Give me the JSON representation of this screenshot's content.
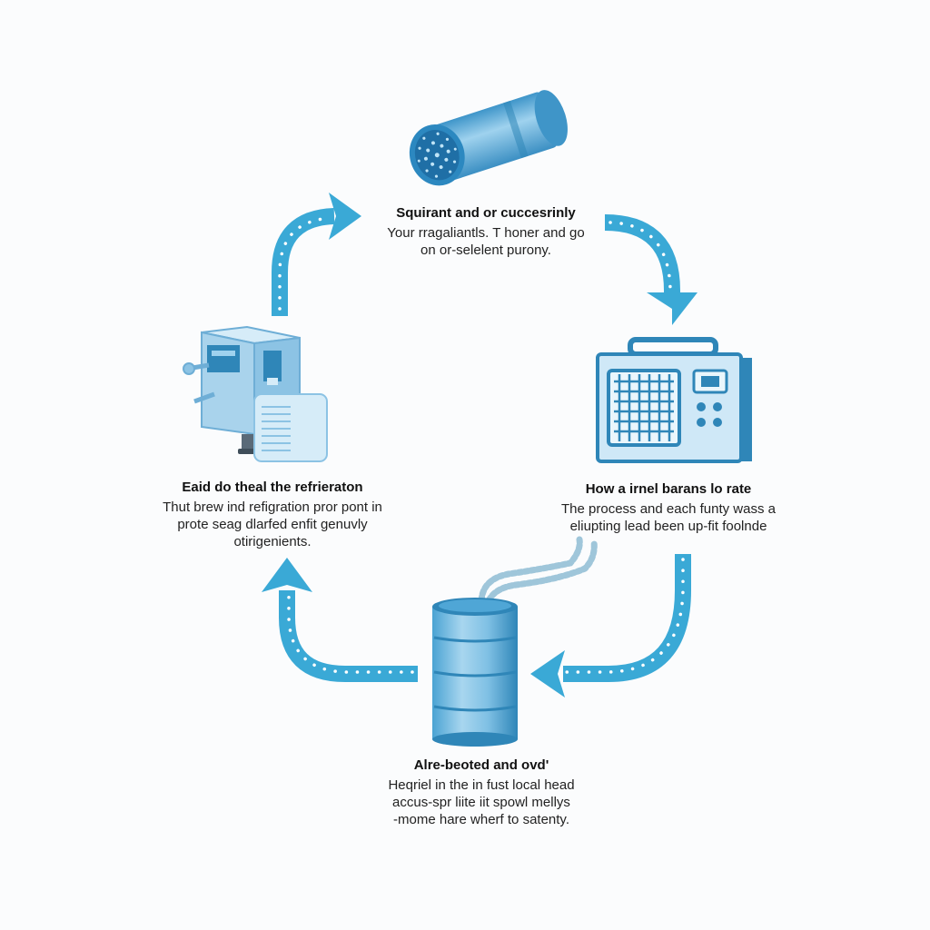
{
  "colors": {
    "arrow": "#3aa9d6",
    "arrow_dots": "#ffffff",
    "device_body": "#a9d3ec",
    "device_dark": "#2f86b8",
    "device_light": "#d6ecf8",
    "background": "#fbfcfd"
  },
  "icons": {
    "top": "filter-cartridge-icon",
    "right": "air-conditioner-unit-icon",
    "bottom": "refrigerant-tank-icon",
    "left": "compressor-machine-icon"
  },
  "steps": {
    "top": {
      "title": "Squirant and or cuccesrinly",
      "lines": [
        "Your rragaliantls. T honer and go",
        "on or-selelent purony."
      ]
    },
    "right": {
      "title": "How a irnel barans lo rate",
      "lines": [
        "The process and each funty wass a",
        "eliupting lead been up-fit foolnde"
      ]
    },
    "bottom": {
      "title": "Alre-beoted and ovd'",
      "lines": [
        "Heqriel in the in fust local head",
        "accus-spr liite iit spowl mellys",
        "-mome hare wherf to satenty."
      ]
    },
    "left": {
      "title": "Eaid do theal the refrieraton",
      "lines": [
        "Thut brew ind refigration pror pont in",
        "prote seag dlarfed enfit genuvly",
        "otirigenients."
      ]
    }
  }
}
